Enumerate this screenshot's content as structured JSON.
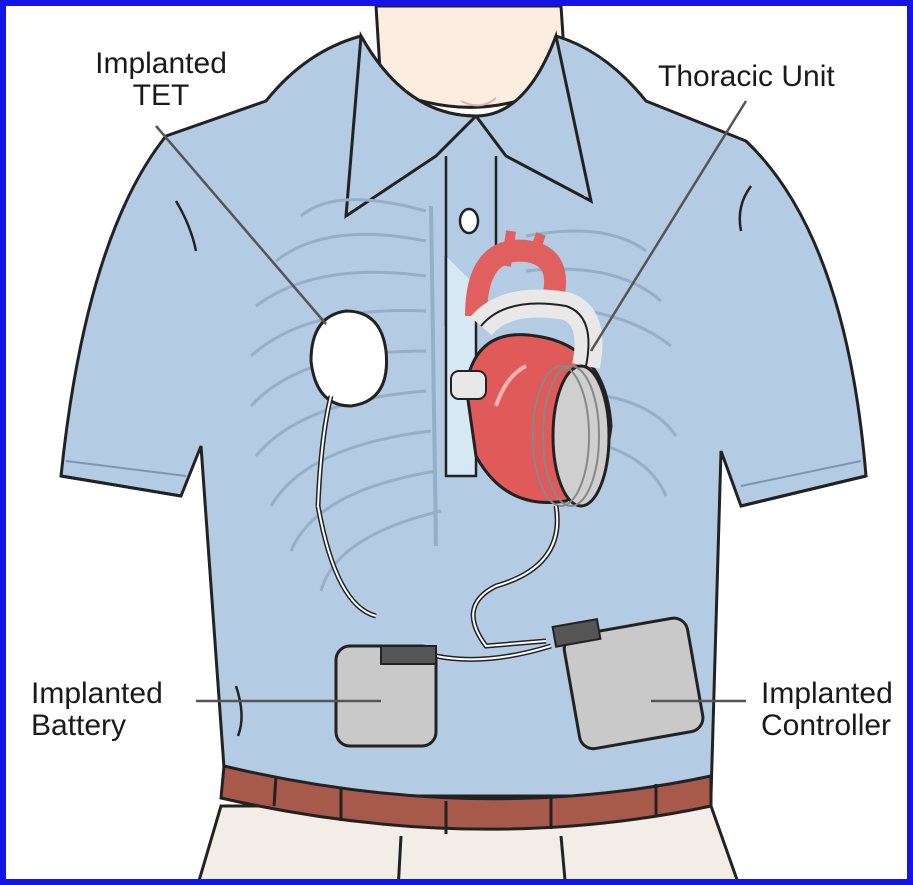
{
  "labels": {
    "tet": "Implanted\nTET",
    "thoracic_unit": "Thoracic Unit",
    "battery": "Implanted\nBattery",
    "controller": "Implanted\nController"
  },
  "colors": {
    "border": "#1414e6",
    "shirt": "#b3cbe3",
    "heart": "#e05a5a",
    "device": "#c9c9c9",
    "belt": "#a85a4a"
  }
}
